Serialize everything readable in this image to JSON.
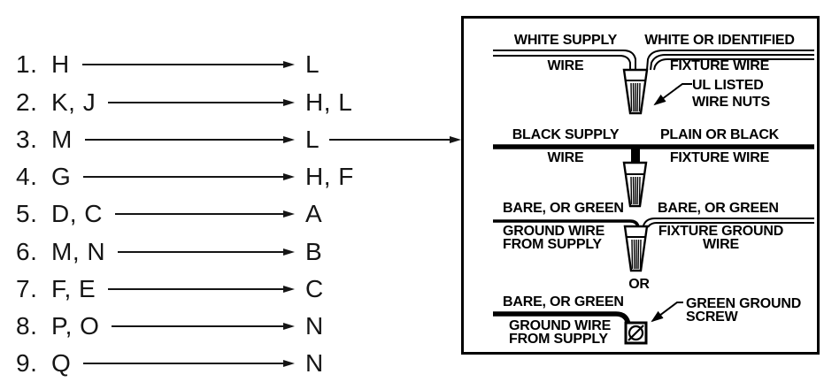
{
  "match_list": {
    "items": [
      {
        "number": "1.",
        "left": "H",
        "right": "L"
      },
      {
        "number": "2.",
        "left": "K, J",
        "right": "H, L"
      },
      {
        "number": "3.",
        "left": "M",
        "right": "L"
      },
      {
        "number": "4.",
        "left": "G",
        "right": "H, F"
      },
      {
        "number": "5.",
        "left": "D, C",
        "right": "A"
      },
      {
        "number": "6.",
        "left": "M, N",
        "right": "B"
      },
      {
        "number": "7.",
        "left": "F, E",
        "right": "C"
      },
      {
        "number": "8.",
        "left": "P, O",
        "right": "N"
      },
      {
        "number": "9.",
        "left": "Q",
        "right": "N"
      }
    ]
  },
  "diagram": {
    "white_wire": {
      "supply_top": "WHITE SUPPLY",
      "supply_bottom": "WIRE",
      "fixture_top": "WHITE OR IDENTIFIED",
      "fixture_bottom": "FIXTURE WIRE",
      "callout_line1": "UL LISTED",
      "callout_line2": "WIRE NUTS"
    },
    "black_wire": {
      "supply_top": "BLACK SUPPLY",
      "supply_bottom": "WIRE",
      "fixture_top": "PLAIN OR BLACK",
      "fixture_bottom": "FIXTURE WIRE"
    },
    "ground_wire": {
      "supply_top": "BARE, OR GREEN",
      "supply_line1": "GROUND WIRE",
      "supply_line2": "FROM SUPPLY",
      "fixture_top": "BARE, OR GREEN",
      "fixture_line1": "FIXTURE GROUND",
      "fixture_line2": "WIRE",
      "or_label": "OR"
    },
    "ground_screw": {
      "supply_top": "BARE, OR GREEN",
      "supply_line1": "GROUND WIRE",
      "supply_line2": "FROM SUPPLY",
      "callout_line1": "GREEN GROUND",
      "callout_line2": "SCREW"
    },
    "colors": {
      "ink": "#000000",
      "background": "#ffffff"
    }
  }
}
